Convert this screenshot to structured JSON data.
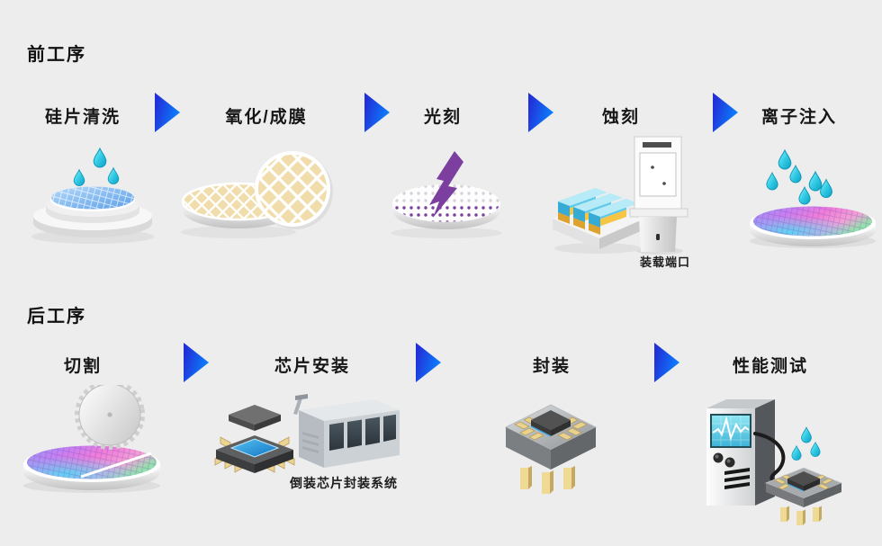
{
  "page": {
    "background": "#ededed",
    "language": "zh-CN",
    "kind": "semiconductor-process-flow-diagram"
  },
  "colors": {
    "arrow_gradient_start": "#2230d8",
    "arrow_gradient_end": "#0c7efc",
    "water_drop_cyan": "#2cc8e8",
    "lightning_purple": "#7c3fa0",
    "etch_layer_cyan": "#5fc9ea",
    "etch_layer_yellow": "#f7c544",
    "die_blue": "#2f9fe0",
    "lead_gold": "#e9d290",
    "wafer_blue": "#5c9fe8",
    "oxide_tan": "#f1ddab"
  },
  "sections": {
    "front": {
      "title": "前工序",
      "steps": [
        {
          "label": "硅片清洗",
          "icon": "wafer-cleaning-icon"
        },
        {
          "label": "氧化/成膜",
          "icon": "oxidation-film-icon"
        },
        {
          "label": "光刻",
          "icon": "photolithography-icon"
        },
        {
          "label": "蚀刻",
          "icon": "etching-icon",
          "sublabel": "装载端口"
        },
        {
          "label": "离子注入",
          "icon": "ion-implantation-icon"
        }
      ]
    },
    "back": {
      "title": "后工序",
      "steps": [
        {
          "label": "切割",
          "icon": "dicing-icon"
        },
        {
          "label": "芯片安装",
          "icon": "chip-mounting-icon",
          "sublabel": "倒装芯片封装系统"
        },
        {
          "label": "封装",
          "icon": "packaging-icon"
        },
        {
          "label": "性能测试",
          "icon": "performance-test-icon"
        }
      ]
    }
  }
}
